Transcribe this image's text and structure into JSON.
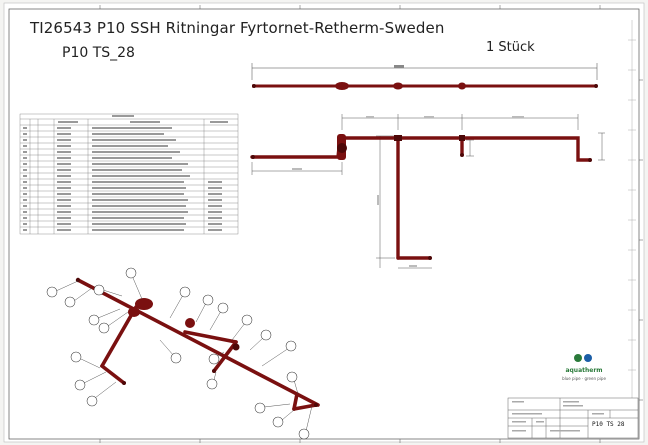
{
  "drawing": {
    "title": "TI26543 P10 SSH Ritningar Fyrtornet-Retherm-Sweden",
    "subtitle": "P10 TS_28",
    "quantity": "1 Stück"
  },
  "brand": {
    "name": "aquatherm",
    "tagline": "blue pipe · green pipe"
  },
  "title_block": {
    "drawing_number": "P10 TS 28"
  },
  "colors": {
    "pipe": "#7a1010",
    "pipe_dark": "#4d0808",
    "line": "#333333",
    "paper": "#ffffff",
    "brand_green": "#2a7a3a"
  },
  "icons": [
    "aquatherm-logo-icon"
  ]
}
